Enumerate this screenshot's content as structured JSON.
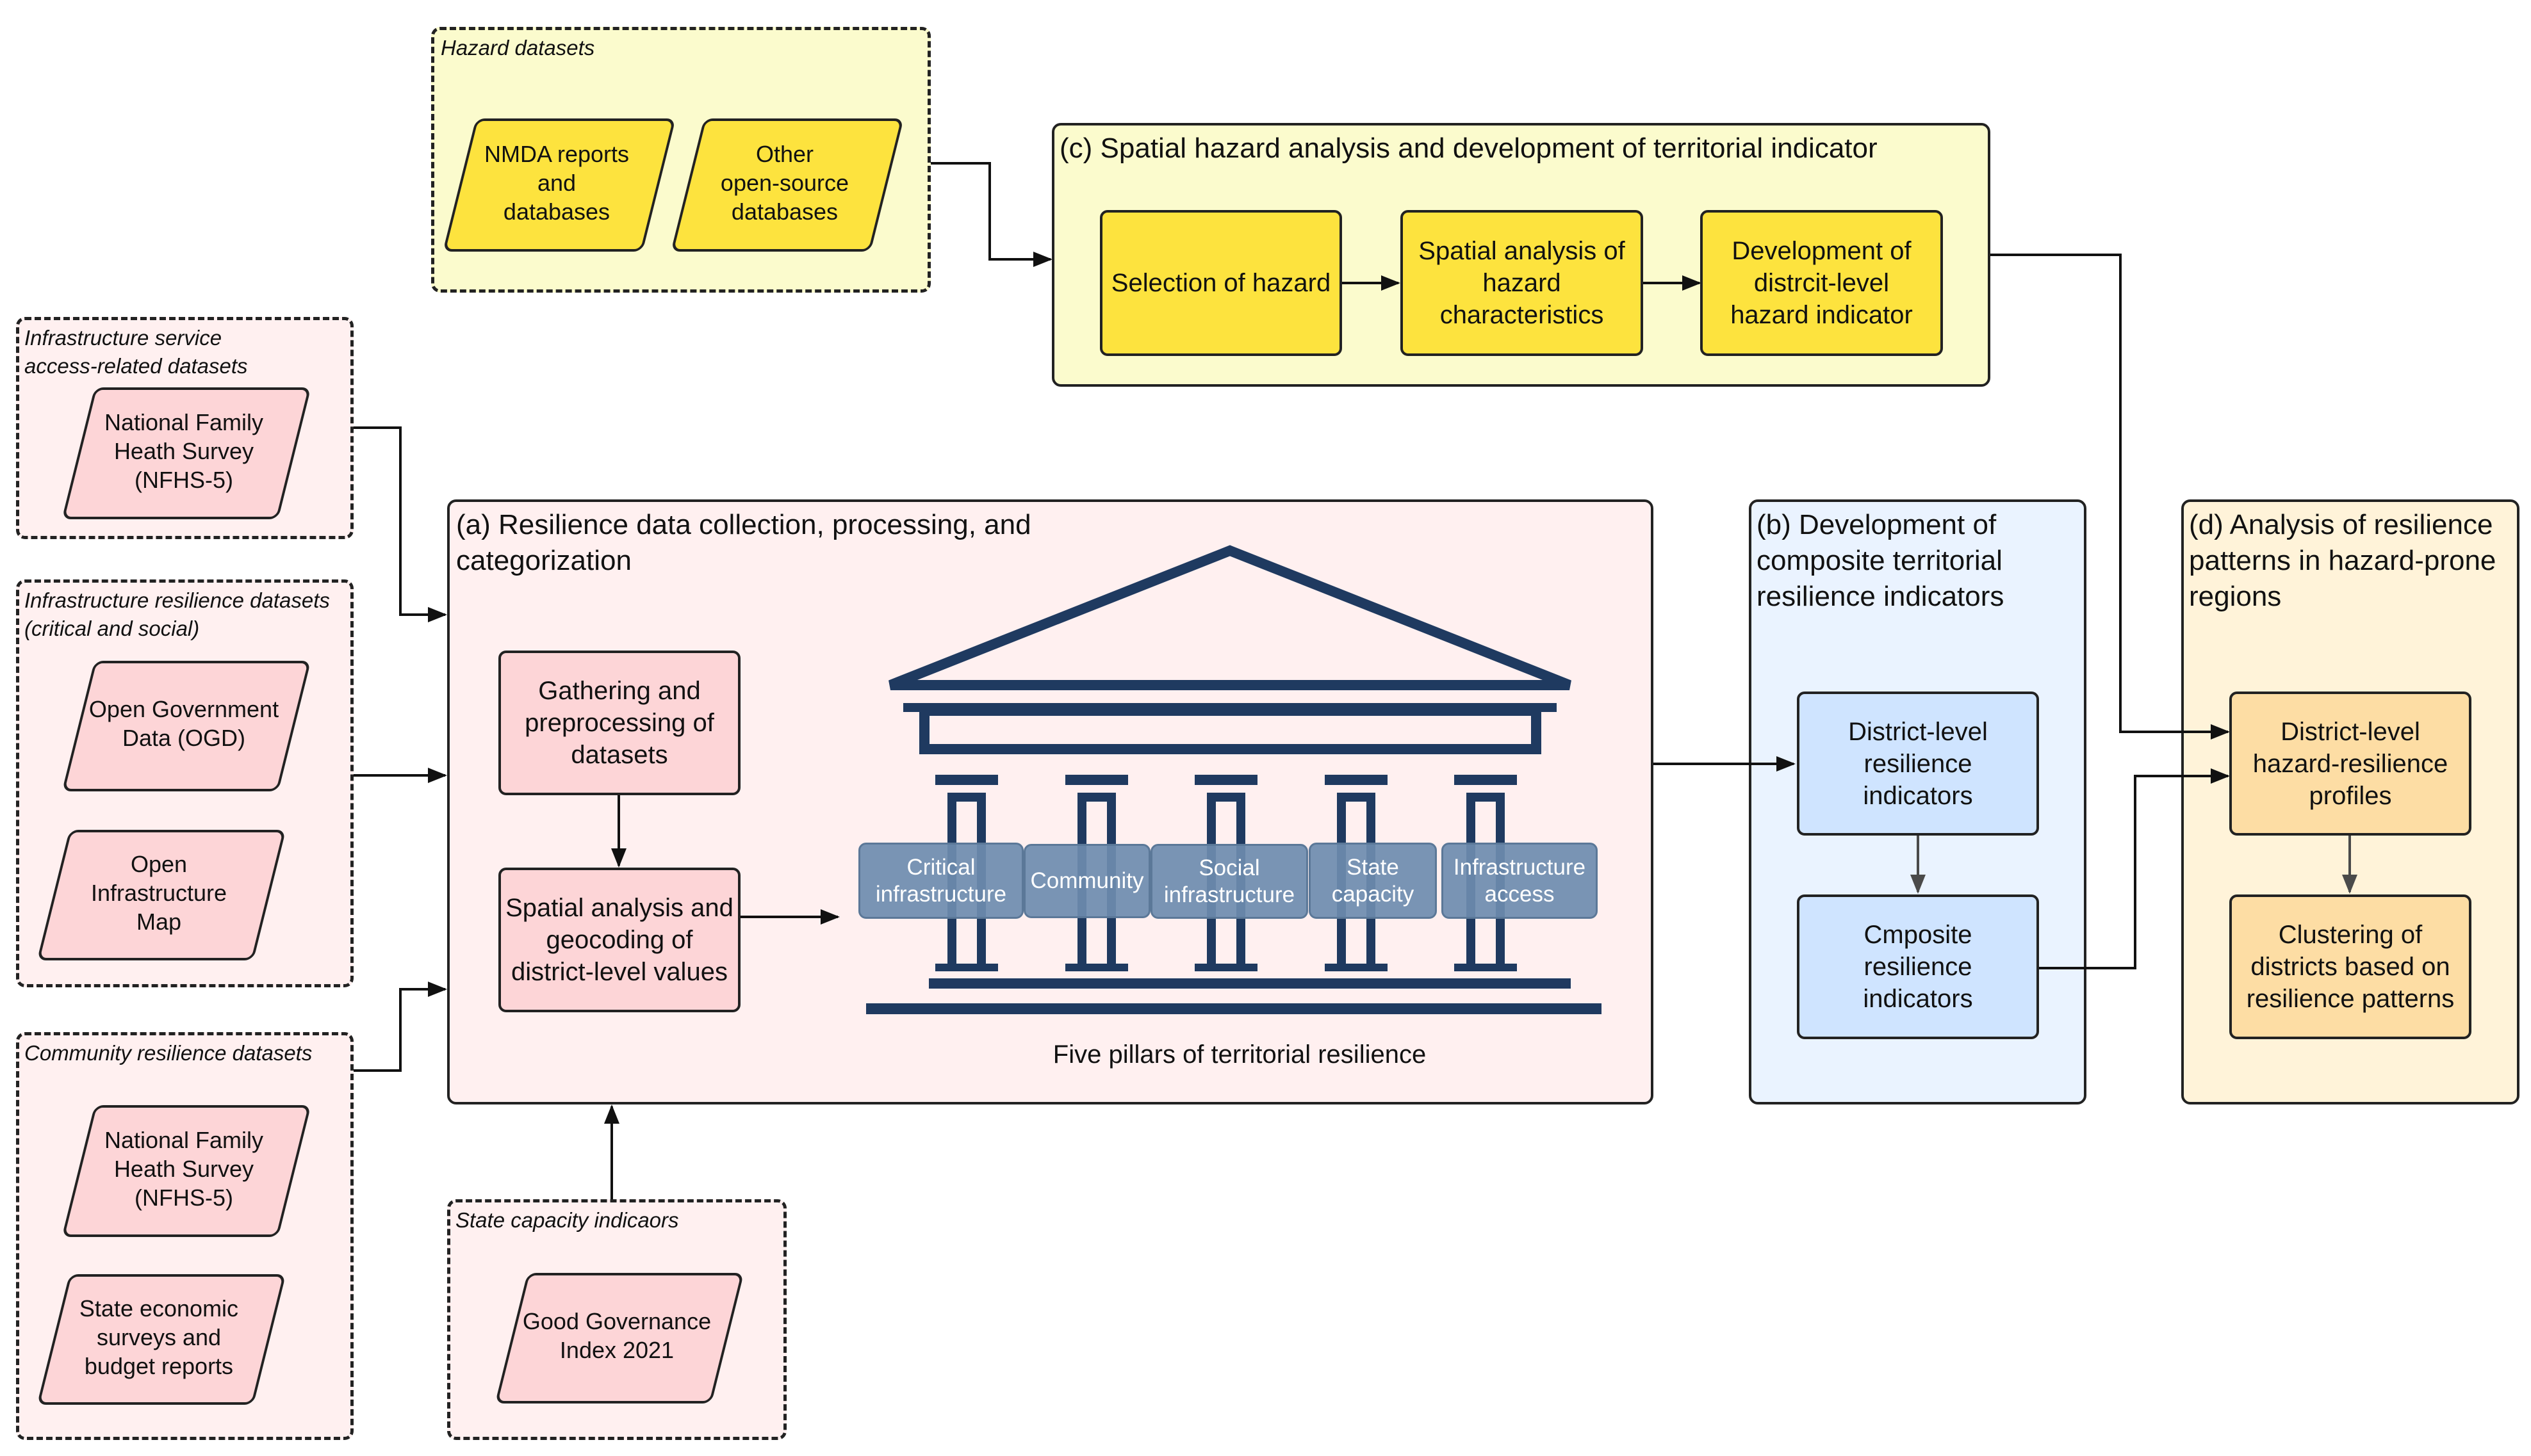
{
  "hazard_group": {
    "label": "Hazard datasets",
    "items": [
      "NMDA reports\nand\ndatabases",
      "Other\nopen-source\ndatabases"
    ]
  },
  "infra_service_group": {
    "label": "Infrastructure service\naccess-related datasets",
    "items": [
      "National Family\nHeath Survey\n(NFHS-5)"
    ]
  },
  "infra_resilience_group": {
    "label": "Infrastructure resilience datasets\n(critical and social)",
    "items": [
      "Open Government\nData (OGD)",
      "Open\nInfrastructure\nMap"
    ]
  },
  "community_group": {
    "label": "Community resilience datasets",
    "items": [
      "National Family\nHeath Survey\n(NFHS-5)",
      "State economic\nsurveys and\nbudget reports"
    ]
  },
  "state_capacity_group": {
    "label": "State capacity indicaors",
    "items": [
      "Good Governance\nIndex 2021"
    ]
  },
  "panel_c": {
    "title": "(c) Spatial hazard analysis and development of territorial indicator",
    "boxes": [
      "Selection of hazard",
      "Spatial analysis of\nhazard\ncharacteristics",
      "Development of\ndistrcit-level\nhazard indicator"
    ]
  },
  "panel_a": {
    "title": "(a) Resilience data collection, processing, and\ncategorization",
    "boxes": [
      "Gathering and\npreprocessing of\ndatasets",
      "Spatial analysis and\ngeocoding of\ndistrict-level values"
    ],
    "pillars": [
      "Critical\ninfrastructure",
      "Community",
      "Social\ninfrastructure",
      "State\ncapacity",
      "Infrastructure\naccess"
    ],
    "caption": "Five pillars of territorial resilience"
  },
  "panel_b": {
    "title": "(b) Development of\ncomposite territorial\nresilience indicators",
    "boxes": [
      "District-level\nresilience\nindicators",
      "Cmposite\nresilience\nindicators"
    ]
  },
  "panel_d": {
    "title": "(d) Analysis of  resilience\npatterns in hazard-prone\nregions",
    "boxes": [
      "District-level\nhazard-resilience\nprofiles",
      "Clustering of\ndistricts based on\nresilience patterns"
    ]
  },
  "colors": {
    "pink_fill": "#fdd5d7",
    "yellow_fill": "#fde33e",
    "blue_fill": "#cfe4ff",
    "orange_fill": "#fddda4",
    "temple": "#1f3a60",
    "pillar_label": "#6e8caf"
  }
}
